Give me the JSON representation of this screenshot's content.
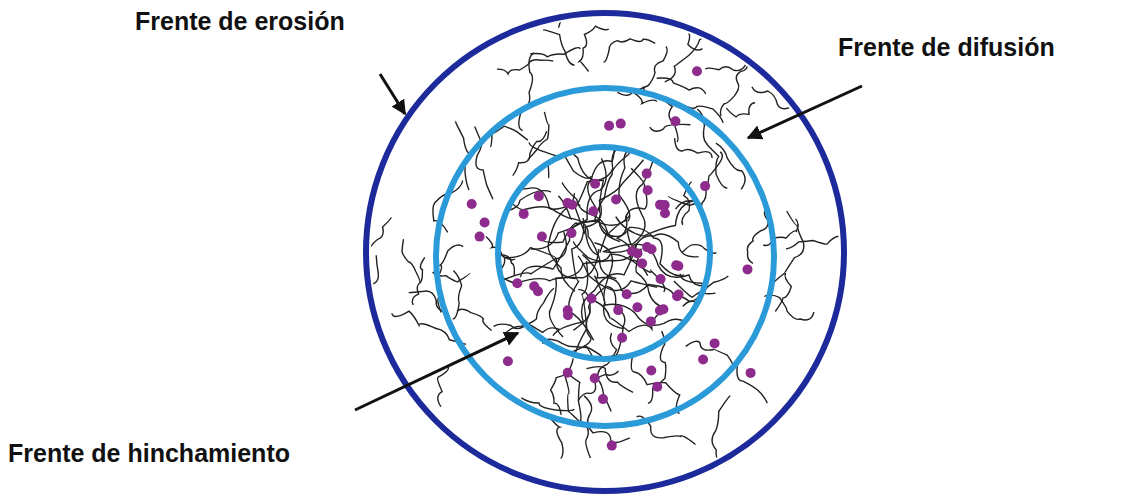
{
  "diagram": {
    "labels": [
      "Frente de erosión",
      "Frente de difusión",
      "Frente de hinchamiento"
    ]
  }
}
